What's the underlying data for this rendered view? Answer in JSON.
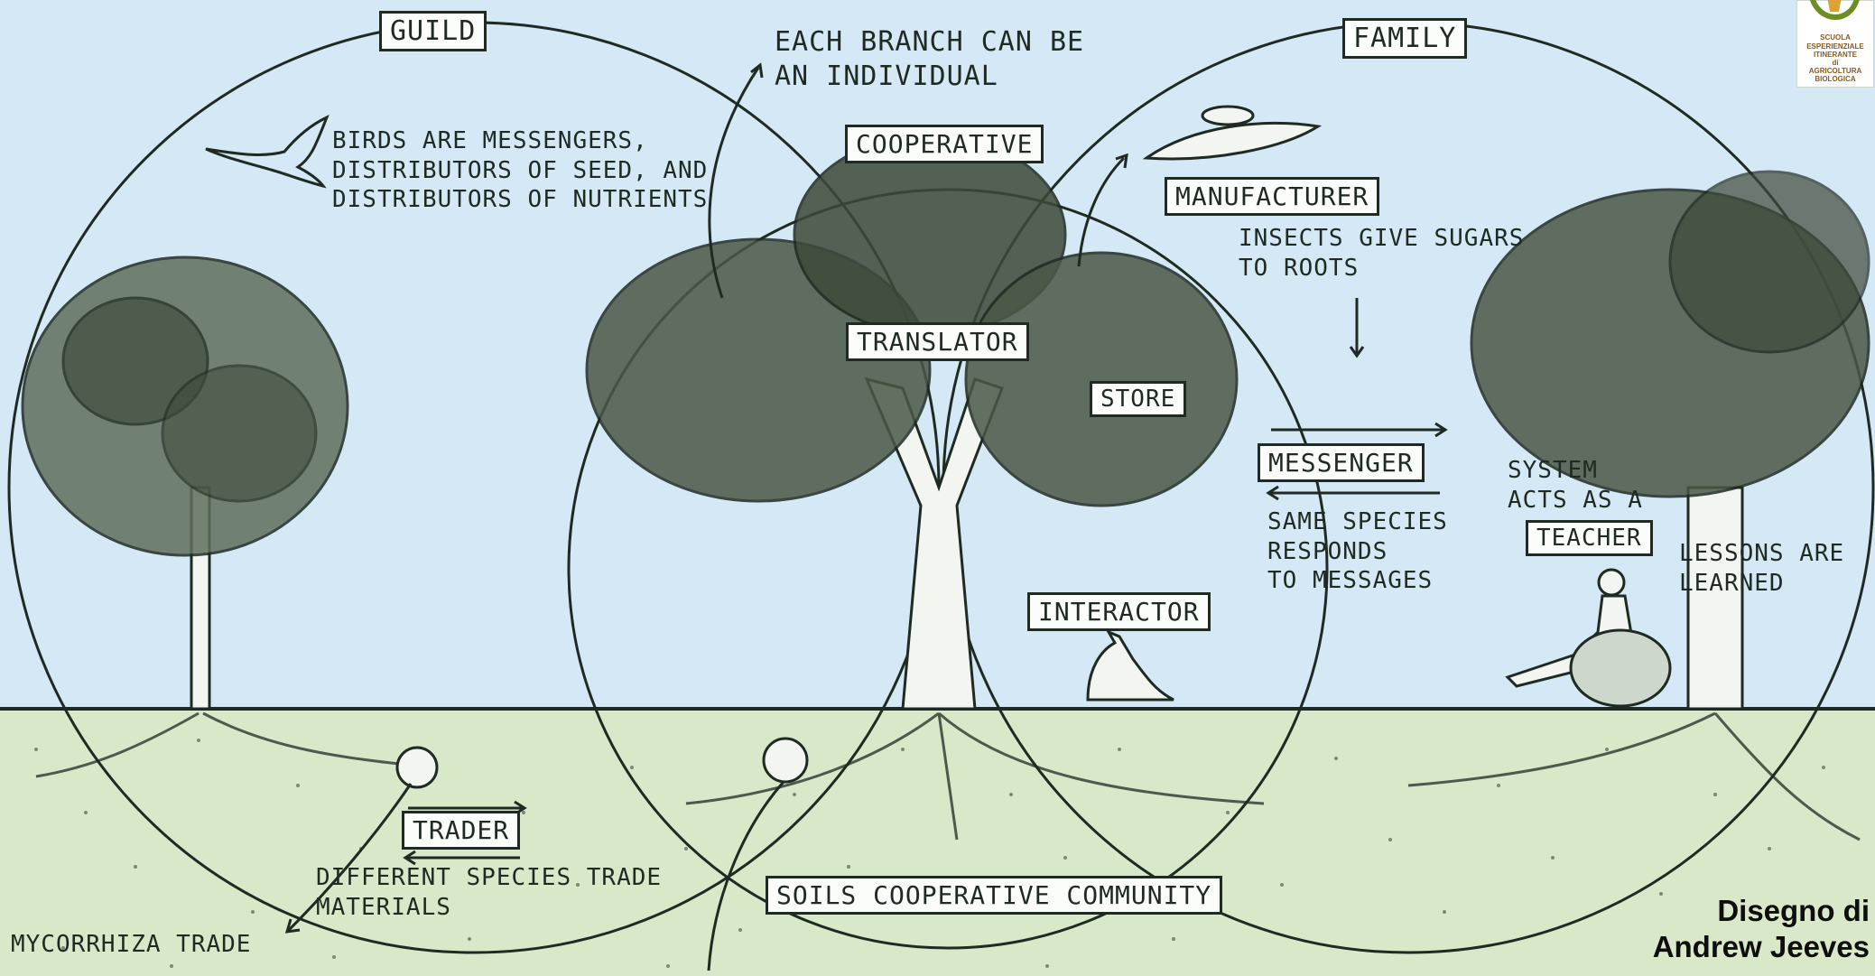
{
  "labels": {
    "guild": "GUILD",
    "family": "FAMILY",
    "cooperative": "COOPERATIVE",
    "manufacturer": "MANUFACTURER",
    "translator": "TRANSLATOR",
    "store": "STORE",
    "messenger": "MESSENGER",
    "teacher": "TEACHER",
    "interactor": "INTERACTOR",
    "trader": "TRADER",
    "soils": "SOILS COOPERATIVE COMMUNITY"
  },
  "notes": {
    "branch_line1": "EACH BRANCH CAN BE",
    "branch_line2": "AN INDIVIDUAL",
    "birds_line1": "BIRDS ARE MESSENGERS,",
    "birds_line2": "DISTRIBUTORS OF SEED, AND",
    "birds_line3": "DISTRIBUTORS OF NUTRIENTS",
    "insects_line1": "INSECTS GIVE SUGARS",
    "insects_line2": "TO ROOTS",
    "species_line1": "SAME SPECIES",
    "species_line2": "RESPONDS",
    "species_line3": "TO MESSAGES",
    "system_line1": "SYSTEM",
    "system_line2": "ACTS AS A",
    "lessons_line1": "LESSONS ARE",
    "lessons_line2": "LEARNED",
    "different_line1": "DIFFERENT SPECIES TRADE",
    "different_line2": "MATERIALS",
    "mycorrhiza": "MYCORRHIZA TRADE"
  },
  "credit": {
    "line1": "Disegno di",
    "line2": "Andrew Jeeves"
  },
  "logo": {
    "line1": "SCUOLA",
    "line2": "ESPERIENZIALE",
    "line3": "ITINERANTE",
    "line4": "di",
    "line5": "AGRICOLTURA",
    "line6": "BIOLOGICA"
  },
  "colors": {
    "sky": "#d5e8f5",
    "soil": "#d9e8c9",
    "ink": "#1e2a22"
  }
}
